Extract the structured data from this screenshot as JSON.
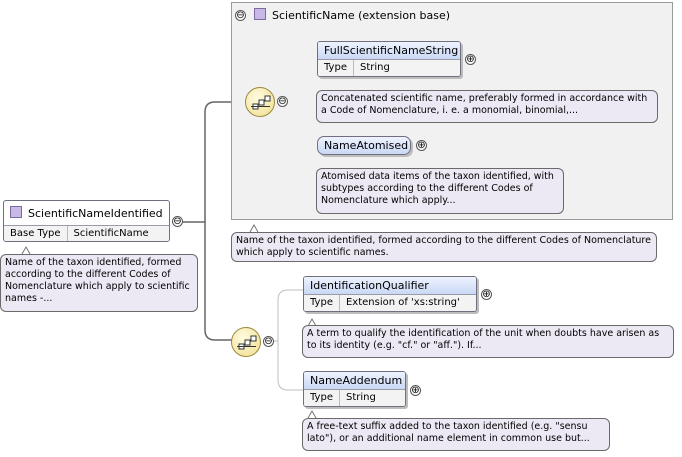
{
  "root": {
    "name": "ScientificNameIdentified",
    "base_label": "Base Type",
    "base_value": "ScientificName",
    "description": "Name of the taxon identified, formed according to the different Codes of Nomenclature which apply to scientific names -..."
  },
  "extension": {
    "title": "ScientificName (extension base)",
    "description": "Name of the taxon identified, formed according to the different Codes of Nomenclature which apply to scientific names."
  },
  "elements": {
    "full_name": {
      "name": "FullScientificNameString",
      "type_label": "Type",
      "type_value": "String",
      "description": "Concatenated scientific name, preferably formed in accordance with a Code of Nomenclature, i. e. a monomial, binomial,..."
    },
    "atomised": {
      "name": "NameAtomised",
      "description": "Atomised data items of the taxon identified, with subtypes according to the different Codes of Nomenclature which apply..."
    },
    "qualifier": {
      "name": "IdentificationQualifier",
      "type_label": "Type",
      "type_value": "Extension of 'xs:string'",
      "description": "A term to qualify the identification of the unit when doubts have arisen as to its identity (e.g. \"cf.\" or \"aff.\"). If..."
    },
    "addendum": {
      "name": "NameAddendum",
      "type_label": "Type",
      "type_value": "String",
      "description": "A free-text suffix added to the taxon identified (e.g. \"sensu lato\"), or an additional name element in common use but..."
    }
  },
  "symbols": {
    "collapse": "⊖",
    "expand": "⊕",
    "sequence": "sequence-icon"
  },
  "colors": {
    "type_square": "#c8b8e8",
    "name_gradient": "#c9d8f4",
    "desc_bg": "#ece9f4",
    "seq_fill": "#f1dd8c"
  }
}
